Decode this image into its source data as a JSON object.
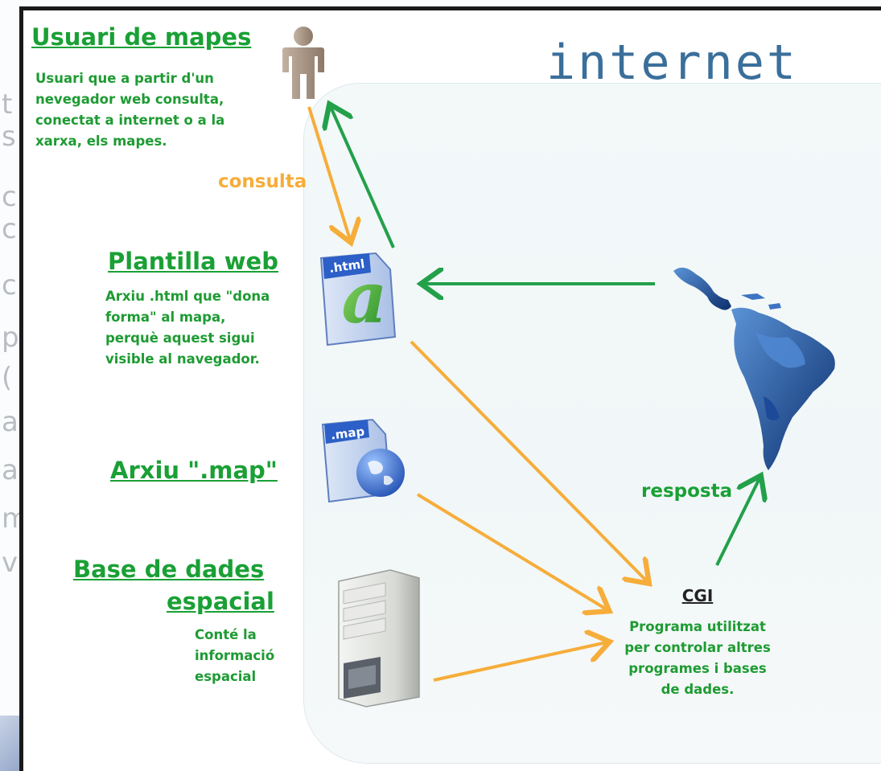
{
  "zone_title": "internet",
  "user": {
    "heading": "Usuari de mapes",
    "desc": [
      "Usuari que a partir d'un",
      "nevegador web consulta,",
      "conectat a internet o a la",
      "xarxa,  els mapes."
    ]
  },
  "arrow_labels": {
    "query": "consulta",
    "response": "resposta"
  },
  "template": {
    "heading": "Plantilla web",
    "desc": [
      "Arxiu .html que \"dona",
      "forma\" al mapa,",
      "perquè aquest sigui",
      "visible al navegador."
    ],
    "badge": ".html"
  },
  "mapfile": {
    "heading": "Arxiu \".map\"",
    "badge": ".map"
  },
  "database": {
    "heading_line1": "Base de dades",
    "heading_line2": "espacial",
    "desc": [
      "Conté la",
      "informació",
      "espacial"
    ]
  },
  "cgi": {
    "heading": "CGI",
    "desc": [
      "Programa utilitzat",
      "per controlar altres",
      "programes i bases",
      "de dades."
    ]
  },
  "colors": {
    "green": "#1aa035",
    "orange": "#f6ad3a",
    "arrow_green": "#23a04a",
    "title_blue": "#3b6f9b"
  }
}
